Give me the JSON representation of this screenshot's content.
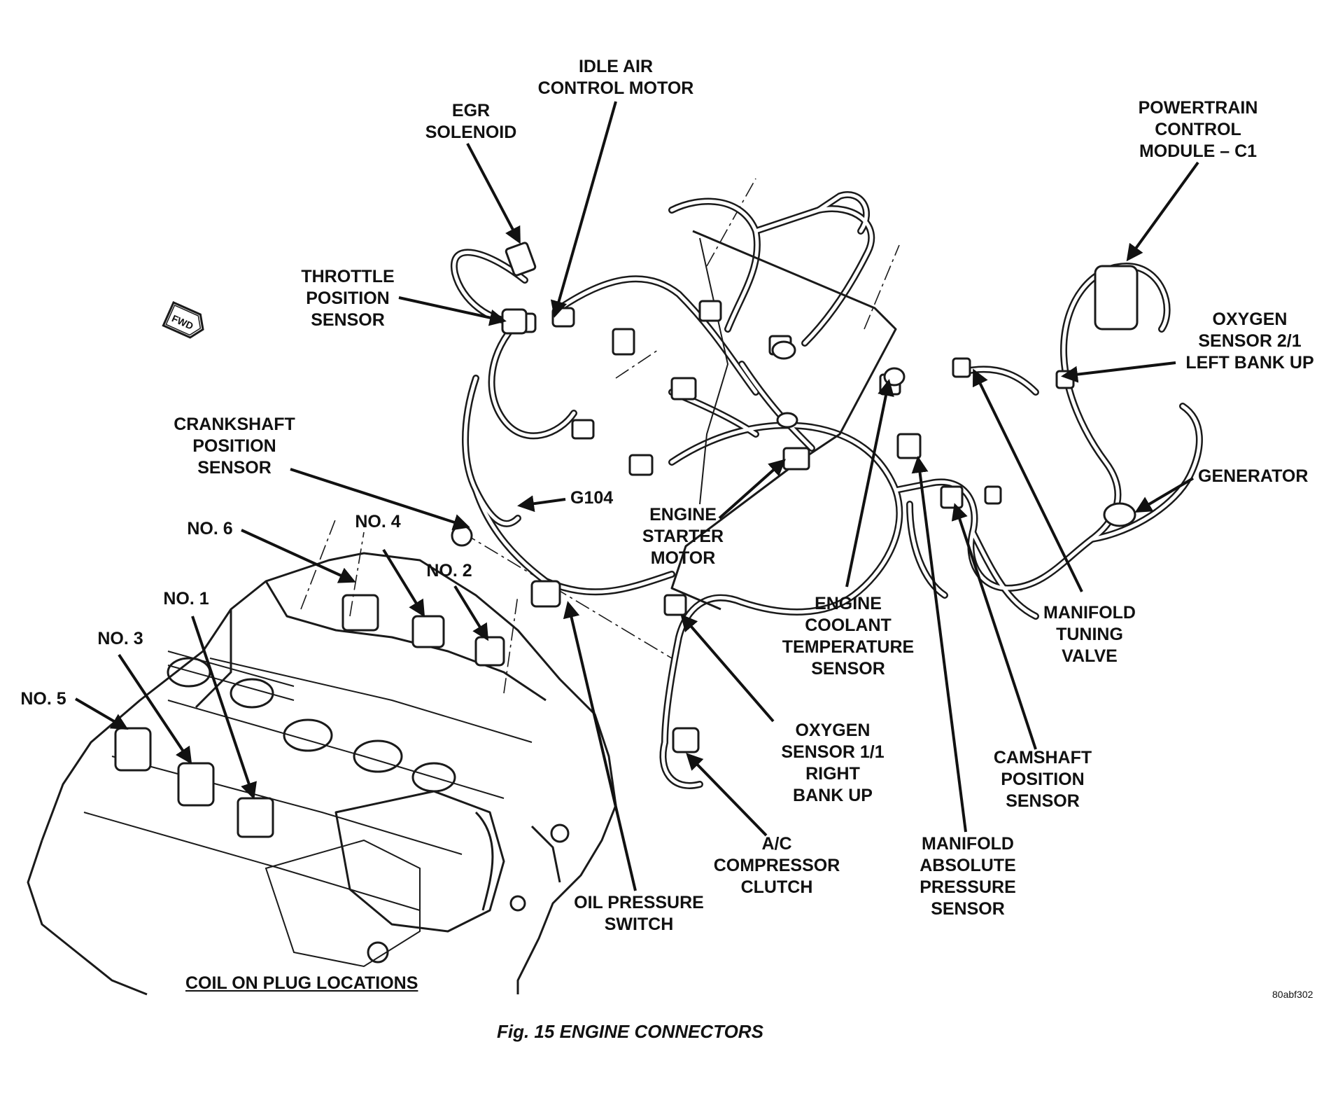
{
  "figure": {
    "caption": "Fig. 15 ENGINE CONNECTORS",
    "figure_id": "80abf302",
    "coil_title": "COIL ON PLUG LOCATIONS",
    "fwd_badge": "FWD"
  },
  "labels": {
    "idle_air": [
      "IDLE AIR",
      "CONTROL MOTOR"
    ],
    "egr": [
      "EGR",
      "SOLENOID"
    ],
    "pcm": [
      "POWERTRAIN",
      "CONTROL",
      "MODULE – C1"
    ],
    "throttle": [
      "THROTTLE",
      "POSITION",
      "SENSOR"
    ],
    "o2_left": [
      "OXYGEN",
      "SENSOR 2/1",
      "LEFT BANK UP"
    ],
    "crankshaft": [
      "CRANKSHAFT",
      "POSITION",
      "SENSOR"
    ],
    "generator": [
      "GENERATOR"
    ],
    "g104": [
      "G104"
    ],
    "starter": [
      "ENGINE",
      "STARTER",
      "MOTOR"
    ],
    "no6": [
      "NO. 6"
    ],
    "no4": [
      "NO. 4"
    ],
    "no2": [
      "NO. 2"
    ],
    "no1": [
      "NO. 1"
    ],
    "no3": [
      "NO. 3"
    ],
    "no5": [
      "NO. 5"
    ],
    "coolant": [
      "ENGINE",
      "COOLANT",
      "TEMPERATURE",
      "SENSOR"
    ],
    "manifold_tuning": [
      "MANIFOLD",
      "TUNING",
      "VALVE"
    ],
    "o2_right": [
      "OXYGEN",
      "SENSOR 1/1",
      "RIGHT",
      "BANK UP"
    ],
    "camshaft": [
      "CAMSHAFT",
      "POSITION",
      "SENSOR"
    ],
    "ac_clutch": [
      "A/C",
      "COMPRESSOR",
      "CLUTCH"
    ],
    "map_sensor": [
      "MANIFOLD",
      "ABSOLUTE",
      "PRESSURE",
      "SENSOR"
    ],
    "oil_pressure": [
      "OIL PRESSURE",
      "SWITCH"
    ]
  }
}
